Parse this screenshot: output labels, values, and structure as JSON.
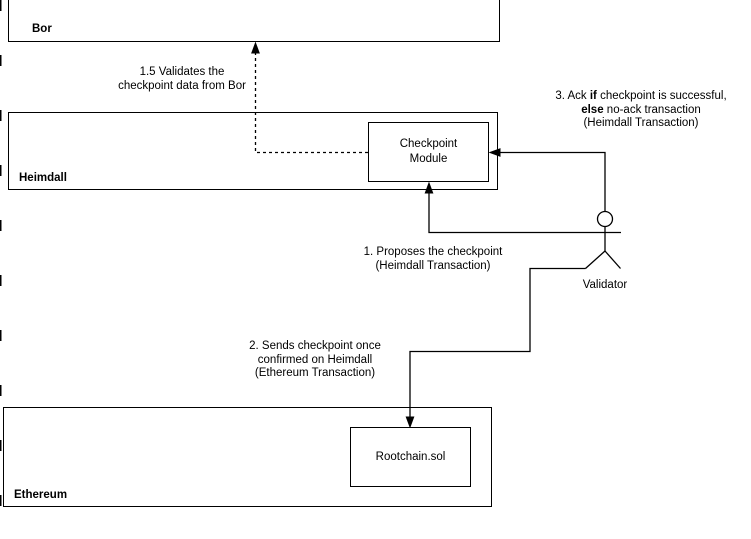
{
  "diagram": {
    "containers": {
      "bor": {
        "label": "Bor"
      },
      "heimdall": {
        "label": "Heimdall"
      },
      "ethereum": {
        "label": "Ethereum"
      }
    },
    "nodes": {
      "checkpoint_module": {
        "line1": "Checkpoint",
        "line2": "Module"
      },
      "rootchain": {
        "label": "Rootchain.sol"
      }
    },
    "actor": {
      "label": "Validator"
    },
    "annotations": {
      "validates": {
        "line1": "1.5 Validates the",
        "line2": "checkpoint data from Bor"
      },
      "proposes": {
        "line1": "1. Proposes the checkpoint",
        "line2": "(Heimdall Transaction)"
      },
      "sends": {
        "line1": "2. Sends checkpoint once",
        "line2": "confirmed on Heimdall",
        "line3": "(Ethereum Transaction)"
      },
      "ack": {
        "line1_pre": "3. Ack ",
        "line1_bold": "if",
        "line1_post": " checkpoint is successful,",
        "line2_bold": "else",
        "line2_post": " no-ack transaction",
        "line3": "(Heimdall Transaction)"
      }
    },
    "colors": {
      "stroke": "#000000",
      "background": "#ffffff"
    }
  }
}
